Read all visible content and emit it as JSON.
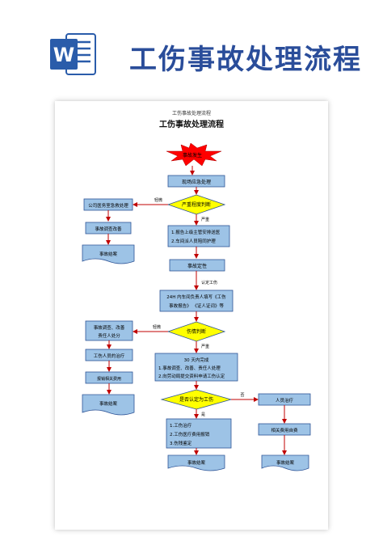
{
  "banner": {
    "title": "工伤事故处理流程",
    "app_icon": "word-icon",
    "app_letter": "W"
  },
  "document": {
    "small_title": "工伤事故处理流程",
    "title": "工伤事故处理流程"
  },
  "flow": {
    "start": "事故发生",
    "scene": "现场应急处理",
    "judge_severity": "严重程度判断",
    "light_label_1": "轻微",
    "serious_label_1": "严重",
    "company_emergency": "公司医务室急救处理",
    "investigate_1": "事故调查改善",
    "close_1": "事故结案",
    "serious_steps": [
      "1.报告上级主管安排送医",
      "2.车间派人员陪同护理"
    ],
    "nature": "事故定性",
    "confirm_label": "认定工伤",
    "report_24h": [
      "24H 内车间负责人填写《工伤",
      "事故报告》  《证人证词》等"
    ],
    "judge_injury": "伤情判断",
    "light_label_2": "轻微",
    "serious_label_2": "严重",
    "investigate_2": [
      "事故调查、改善",
      "责任人处分"
    ],
    "treatment_1": "工伤人员的治疗",
    "reimburse": "报销相关费用",
    "close_2": "事故结案",
    "within_30": [
      "30 天内完成",
      "1.事故调查、改善、责任人处理",
      "2.向劳动局提交资料申请工伤认定"
    ],
    "recognized": "是否认定为工伤",
    "no_label": "否",
    "yes_label": "是",
    "personal_treatment": "人员治疗",
    "self_pay": "相关费用自费",
    "close_3": "事故结案",
    "yes_steps": [
      "1.工伤治疗",
      "2.工伤医疗费用报销",
      "3.伤残鉴定"
    ],
    "close_4": "事故结案"
  },
  "colors": {
    "box_fill": "#9dc3e6",
    "box_stroke": "#2f5597",
    "diamond_fill": "#ffff00",
    "start_fill": "#ff0000",
    "arrow": "#c00000",
    "banner_blue": "#2a4d9a"
  }
}
